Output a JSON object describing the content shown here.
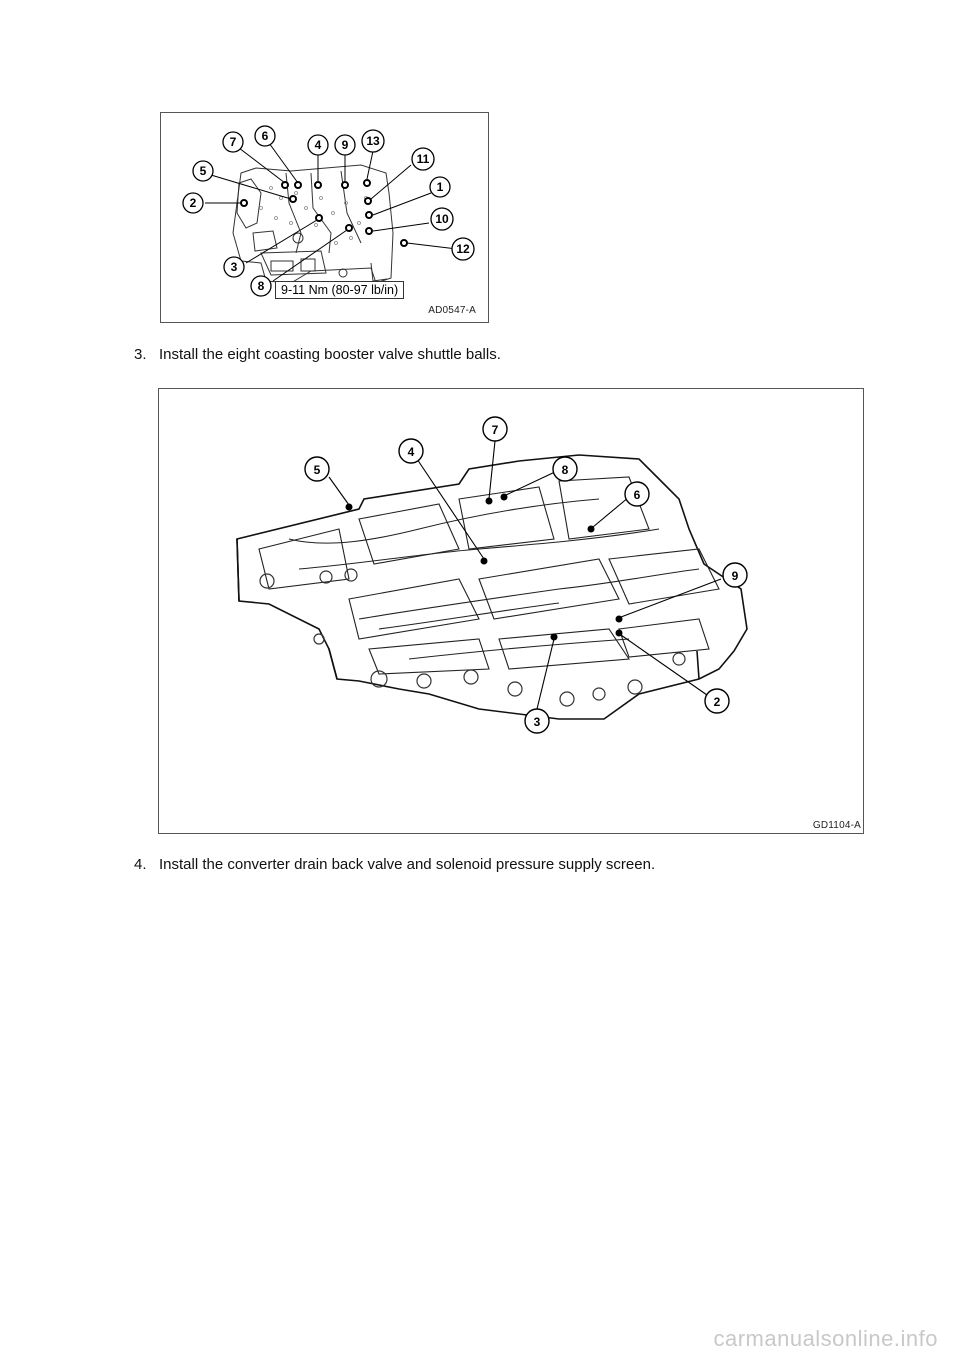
{
  "figure1": {
    "code": "AD0547-A",
    "torque": "9-11 Nm (80-97 lb/in)",
    "callouts": [
      "7",
      "6",
      "4",
      "9",
      "13",
      "11",
      "5",
      "2",
      "1",
      "10",
      "12",
      "3",
      "8"
    ]
  },
  "step3": {
    "number": "3.",
    "text": "Install the eight coasting booster valve shuttle balls."
  },
  "figure2": {
    "code": "GD1104-A",
    "callouts": [
      "7",
      "4",
      "8",
      "5",
      "6",
      "9",
      "2",
      "3"
    ]
  },
  "step4": {
    "number": "4.",
    "text": "Install the converter drain back valve and solenoid pressure supply screen."
  },
  "watermark": "carmanualsonline.info"
}
